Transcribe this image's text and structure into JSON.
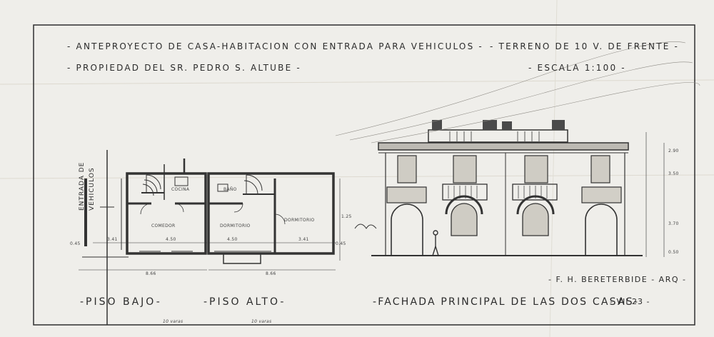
{
  "header": {
    "title_line1": "- ANTEPROYECTO DE CASA-HABITACION CON ENTRADA PARA VEHICULOS -",
    "title_line2": "- PROPIEDAD DEL SR. PEDRO S. ALTUBE -",
    "lot": "- TERRENO DE 10 V. DE FRENTE -",
    "scale": "- ESCALA 1:100 -"
  },
  "plans": {
    "entrada_line1": "ENTRADA DE",
    "entrada_line2": "VEHICULOS",
    "rooms": {
      "cocina": "COCINA",
      "bano": "BAÑO",
      "comedor": "COMEDOR",
      "dormitorio_1": "DORMITORIO",
      "dormitorio_2": "DORMITORIO"
    },
    "dimensions": {
      "d_341_left": "3.41",
      "d_450_comedor": "4.50",
      "d_450_dorm": "4.50",
      "d_341_right": "3.41",
      "d_866_left": "8.66",
      "d_866_right": "8.66",
      "d_045_left": "0.45",
      "d_045_right": "0.45",
      "d_125": "1.25"
    },
    "labels": {
      "piso_bajo": "-PISO BAJO-",
      "piso_alto": "-PISO ALTO-"
    }
  },
  "facade": {
    "label": "-FACHADA PRINCIPAL DE LAS DOS CASAS-",
    "heights": [
      "2.90",
      "3.50",
      "3.70",
      "0.50"
    ]
  },
  "signature": {
    "architect": "- F. H. BERETERBIDE - ARQ -",
    "date": "- VII 23 -"
  },
  "footnotes": {
    "left": "10 varas",
    "right": "10 varas"
  }
}
